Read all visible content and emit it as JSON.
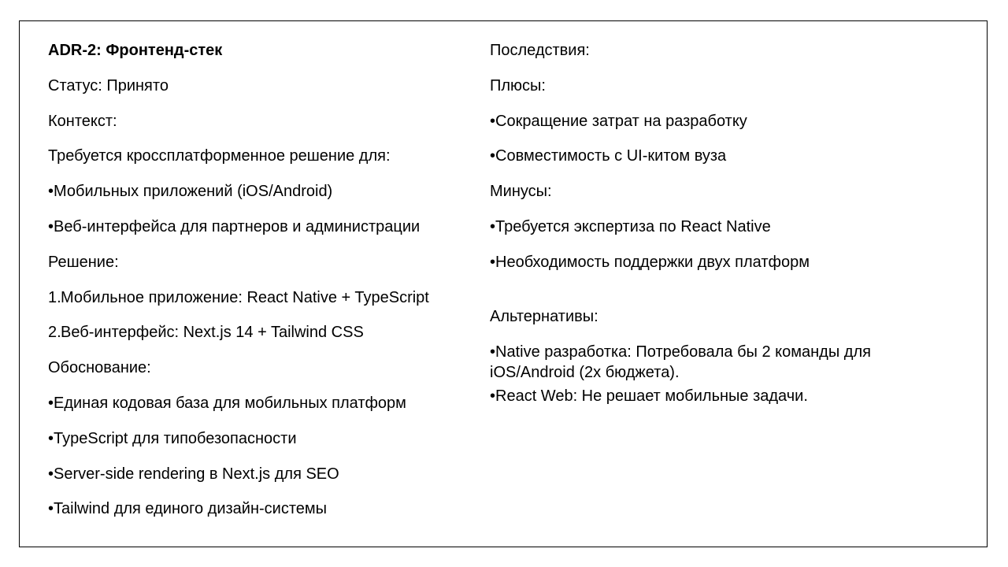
{
  "title": "ADR-2: Фронтенд-стек",
  "status": "Статус: Принято",
  "context": {
    "heading": "Контекст:",
    "intro": "Требуется кроссплатформенное решение для:",
    "items": [
      "•Мобильных приложений (iOS/Android)",
      "•Веб-интерфейса для партнеров и администрации"
    ]
  },
  "decision": {
    "heading": "Решение:",
    "items": [
      {
        "number": "1.",
        "text": "Мобильное приложение: React Native + TypeScript"
      },
      {
        "number": "2.",
        "text": "Веб-интерфейс: Next.js 14 + Tailwind CSS"
      }
    ]
  },
  "rationale": {
    "heading": "Обоснование:",
    "items": [
      "•Единая кодовая база для мобильных платформ",
      "•TypeScript для типобезопасности",
      "•Server-side rendering в Next.js для SEO",
      "•Tailwind для единого дизайн-системы"
    ]
  },
  "consequences": {
    "heading": "Последствия:",
    "pros_heading": "Плюсы:",
    "pros": [
      "•Сокращение затрат на разработку",
      "•Совместимость с UI-китом вуза"
    ],
    "cons_heading": "Минусы:",
    "cons": [
      "•Требуется экспертиза по React Native",
      "•Необходимость поддержки двух платформ"
    ]
  },
  "alternatives": {
    "heading": "Альтернативы:",
    "native_line1": "•Native разработка: Потребовала бы 2 команды для",
    "native_line2": "iOS/Android (2x бюджета).",
    "react_web": "•React Web: Не решает мобильные задачи."
  }
}
